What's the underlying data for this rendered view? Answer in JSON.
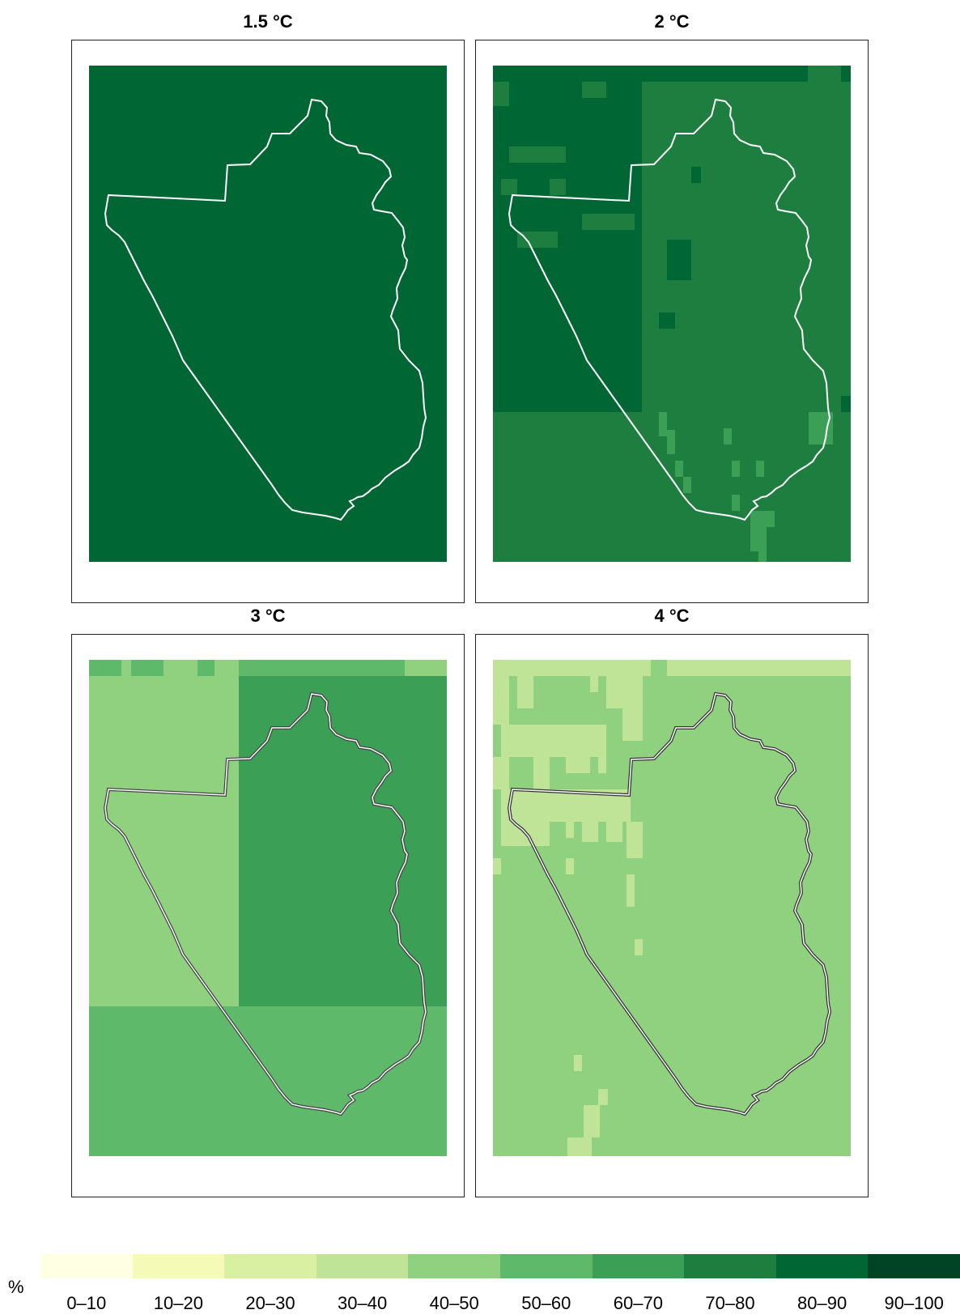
{
  "panels": [
    {
      "title": "1.5 °C",
      "base": "#006633",
      "outline": "#ffffff"
    },
    {
      "title": "2 °C",
      "base": "#1e7e40",
      "outline": "#ffffff"
    },
    {
      "title": "3 °C",
      "base": "#5eb96a",
      "outline": "#444444"
    },
    {
      "title": "4 °C",
      "base": "#8fd17f",
      "outline": "#333333"
    }
  ],
  "legend": {
    "unit": "%",
    "classes": [
      {
        "label": "0–10",
        "color": "#ffffe3"
      },
      {
        "label": "10–20",
        "color": "#f5fbb7"
      },
      {
        "label": "20–30",
        "color": "#d9f0a3"
      },
      {
        "label": "30–40",
        "color": "#bfe397"
      },
      {
        "label": "40–50",
        "color": "#8fd17f"
      },
      {
        "label": "50–60",
        "color": "#5eb96a"
      },
      {
        "label": "60–70",
        "color": "#3b9f55"
      },
      {
        "label": "70–80",
        "color": "#1e7e40"
      },
      {
        "label": "80–90",
        "color": "#006633"
      },
      {
        "label": "90–100",
        "color": "#004426"
      }
    ]
  }
}
